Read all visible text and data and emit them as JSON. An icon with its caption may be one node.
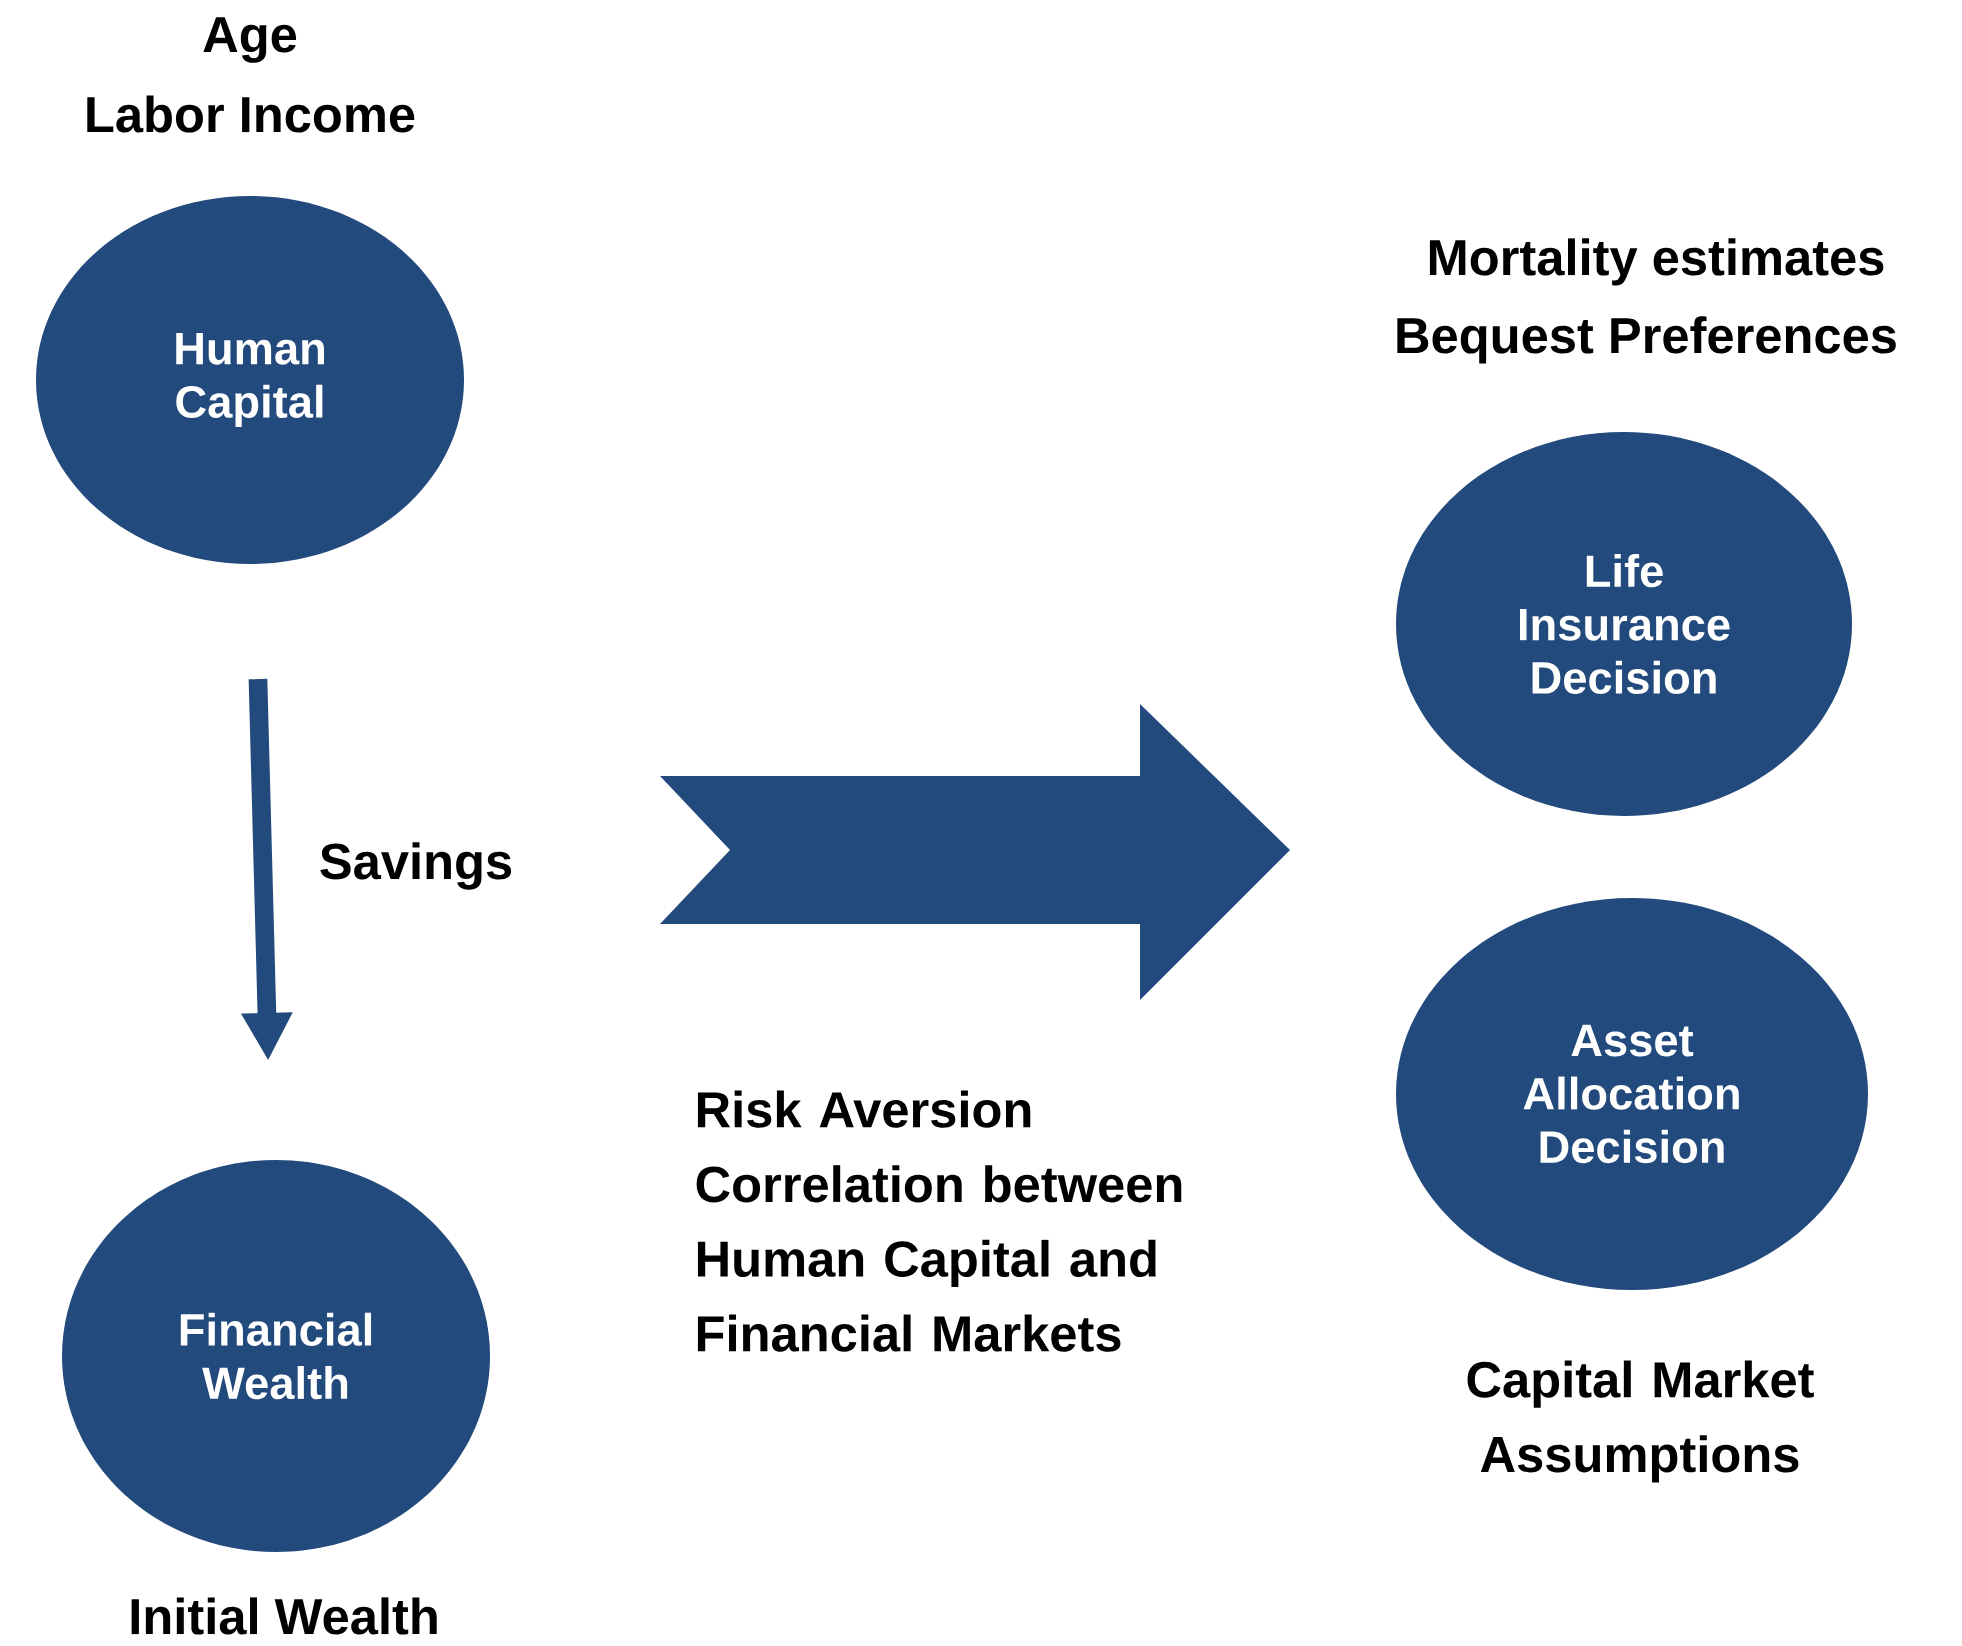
{
  "diagram": {
    "nodes": [
      {
        "text": [
          "Human Capital"
        ],
        "beside": [
          "Age",
          "Labor Income"
        ]
      },
      {
        "text": [
          "Financial Wealth"
        ],
        "beside": [
          "Initial Wealth"
        ]
      },
      {
        "text": [],
        "shape": "arrow",
        "beside": [
          "Risk Aversion Correlation between Human Capital and Financial Markets"
        ]
      },
      {
        "text": [
          "Life Insurance Decision"
        ],
        "beside": [
          "Mortality estimates",
          "Bequest Preferences"
        ]
      },
      {
        "text": [
          "Asset Allocation Decision"
        ],
        "beside": [
          "Capital Market Assumptions"
        ]
      }
    ],
    "edges": [
      {
        "from": 0,
        "to": 1,
        "arrow": "to",
        "label": "Savings"
      }
    ]
  }
}
